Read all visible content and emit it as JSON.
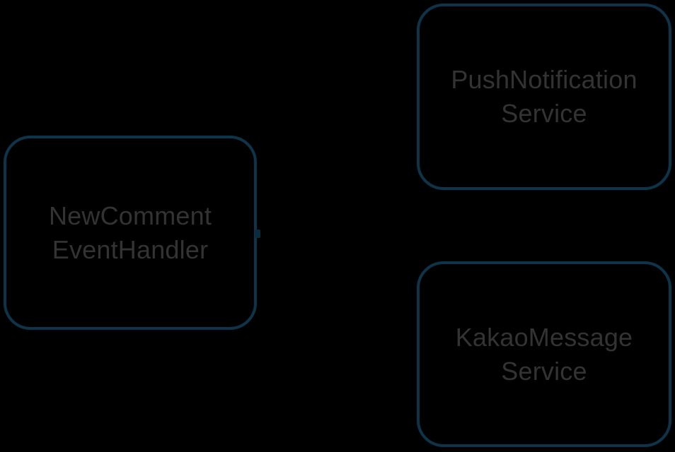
{
  "diagram": {
    "background_color": "#000000",
    "node_border_color": "#0d3449",
    "node_text_color": "#333333",
    "nodes": [
      {
        "id": "new-comment-event-handler",
        "label": "NewComment\nEventHandler",
        "line1": "NewComment",
        "line2": "EventHandler"
      },
      {
        "id": "push-notification-service",
        "label": "PushNotification\nService",
        "line1": "PushNotification",
        "line2": "Service"
      },
      {
        "id": "kakao-message-service",
        "label": "KakaoMessage\nService",
        "line1": "KakaoMessage",
        "line2": "Service"
      }
    ],
    "connectors": [
      {
        "id": "handler-to-services",
        "from": "new-comment-event-handler",
        "to": "",
        "label": ""
      }
    ]
  }
}
